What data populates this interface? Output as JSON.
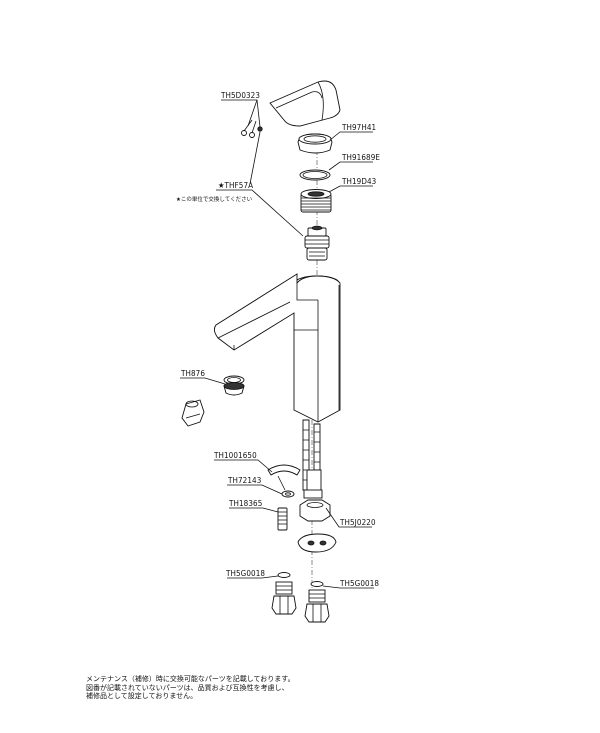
{
  "parts": {
    "p1": "TH5D0323",
    "p2": "TH97H41",
    "p3": "TH91689E",
    "p4": "TH19D43",
    "p5": "★THF57A",
    "p5_note": "★この単位で交換してください",
    "p6": "TH876",
    "p7": "TH1001650",
    "p8": "TH72143",
    "p9": "TH18365",
    "p10": "TH5J0220",
    "p11": "TH5G0018",
    "p12": "TH5G0018"
  },
  "note": {
    "line1": "メンテナンス（補修）時に交換可能なパーツを記載しております。",
    "line2": "図番が記載されていないパーツは、品質および互換性を考慮し、",
    "line3": "補修品として設定しておりません。"
  }
}
